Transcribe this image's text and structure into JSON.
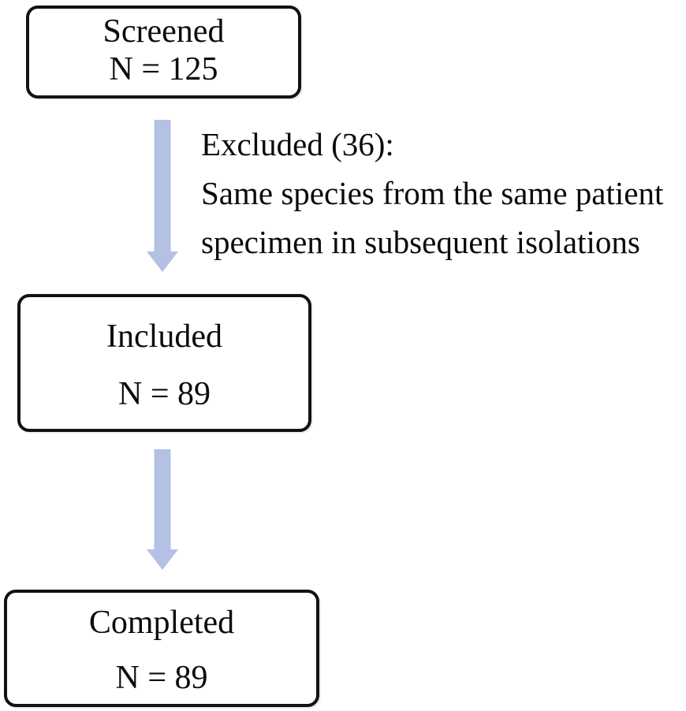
{
  "colors": {
    "arrow": "#b4c1e5",
    "border": "#121212",
    "text": "#0b0b0b",
    "background": "#ffffff"
  },
  "flowchart": {
    "boxes": [
      {
        "id": "screened",
        "label": "Screened",
        "count": "N = 125"
      },
      {
        "id": "included",
        "label": "Included",
        "count": "N = 89"
      },
      {
        "id": "completed",
        "label": "Completed",
        "count": "N = 89"
      }
    ],
    "exclusion_note": {
      "line1": "Excluded (36):",
      "line2": "Same species from the same patient",
      "line3": "specimen in subsequent isolations"
    },
    "arrows": [
      {
        "from": "screened",
        "to": "included",
        "direction": "down"
      },
      {
        "from": "included",
        "to": "completed",
        "direction": "down"
      }
    ]
  }
}
